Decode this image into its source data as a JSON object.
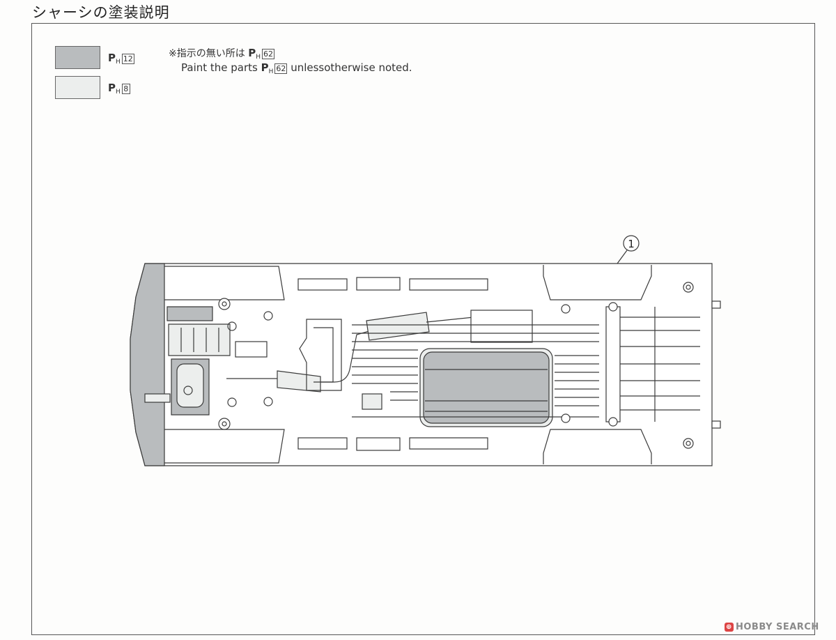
{
  "header": {
    "title": "シャーシの塗装説明"
  },
  "legend": [
    {
      "swatch_color": "#b9bcbe",
      "code_prefix": "P",
      "code_sub": "H",
      "code_number": "12"
    },
    {
      "swatch_color": "#eceeed",
      "code_prefix": "P",
      "code_sub": "H",
      "code_number": "8"
    }
  ],
  "note": {
    "jp_text": "※指示の無い所は",
    "en_before": "Paint the parts",
    "en_after": "unlessotherwise noted.",
    "code_prefix": "P",
    "code_sub": "H",
    "code_number": "62"
  },
  "diagram": {
    "part_number": "1"
  },
  "watermark": {
    "badge": "⊕",
    "text": "HOBBY SEARCH"
  }
}
